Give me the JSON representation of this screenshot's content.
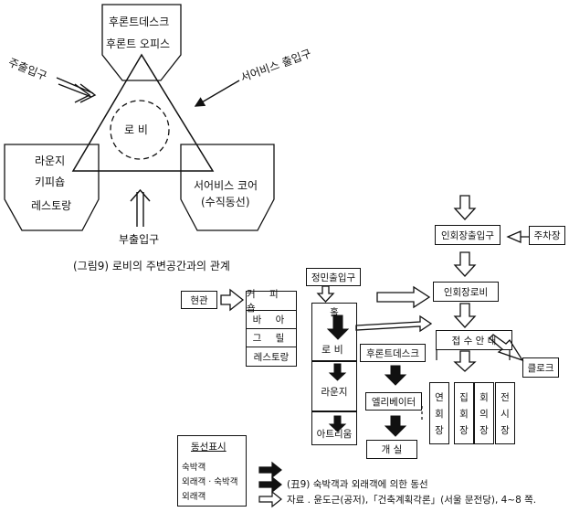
{
  "fig9": {
    "front_line1": "후론트데스크",
    "front_line2": "후론트 오피스",
    "main_entrance": "주출입구",
    "service_entrance": "서어비스 출입구",
    "lobby": "로 비",
    "lounge": "라운지",
    "coffee": "키피숍",
    "restaurant": "레스토랑",
    "service_core_line1": "서어비스 코어",
    "service_core_line2": "(수직동선)",
    "sub_entrance": "부출입구",
    "caption": "(그림9) 로비의 주변공간과의 관계"
  },
  "fig10": {
    "hyeongwan": "현관",
    "cafe_stack": [
      "커 피 숍",
      "바  아",
      "그  릴",
      "레스토랑"
    ],
    "main_entrance": "정민출입구",
    "hall": "홀",
    "lobby": "로  비",
    "front_desk": "후론트데스크",
    "lounge": "라운지",
    "atrium": "아트리움",
    "elevator": "엘리베이터",
    "guest_room": "개   실",
    "conf_entrance": "인회장출입구",
    "parking": "주차장",
    "conf_lobby": "인회장로비",
    "reception": "접 수 안 내",
    "cloak": "클로크",
    "halls": [
      [
        "연",
        "회",
        "장"
      ],
      [
        "집",
        "회",
        "장"
      ],
      [
        "회",
        "의",
        "장"
      ],
      [
        "전",
        "시",
        "장"
      ]
    ]
  },
  "legend": {
    "title": "동선표시",
    "rows": [
      "숙박객",
      "외래객 · 숙박객",
      "외래객"
    ]
  },
  "caption": {
    "line1": "(丑9) 숙박객과 외래객에 의한 동선",
    "line2": "자료 . 윤도근(공저),「건축계획각론」(서울   문전당),  4~8 쪽."
  }
}
